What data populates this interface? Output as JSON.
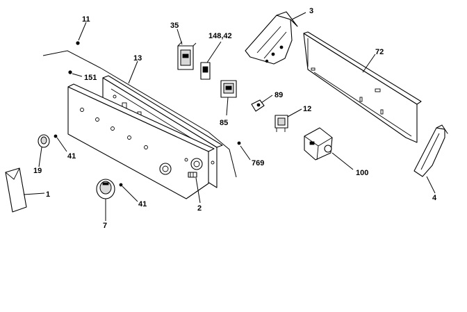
{
  "callouts": {
    "p1": "1",
    "p2": "2",
    "p3": "3",
    "p4": "4",
    "p7": "7",
    "p11": "11",
    "p12": "12",
    "p13": "13",
    "p19": "19",
    "p35": "35",
    "p41a": "41",
    "p41b": "41",
    "p72": "72",
    "p85": "85",
    "p89": "89",
    "p100": "100",
    "p148": "148,42",
    "p151": "151",
    "p769": "769"
  }
}
